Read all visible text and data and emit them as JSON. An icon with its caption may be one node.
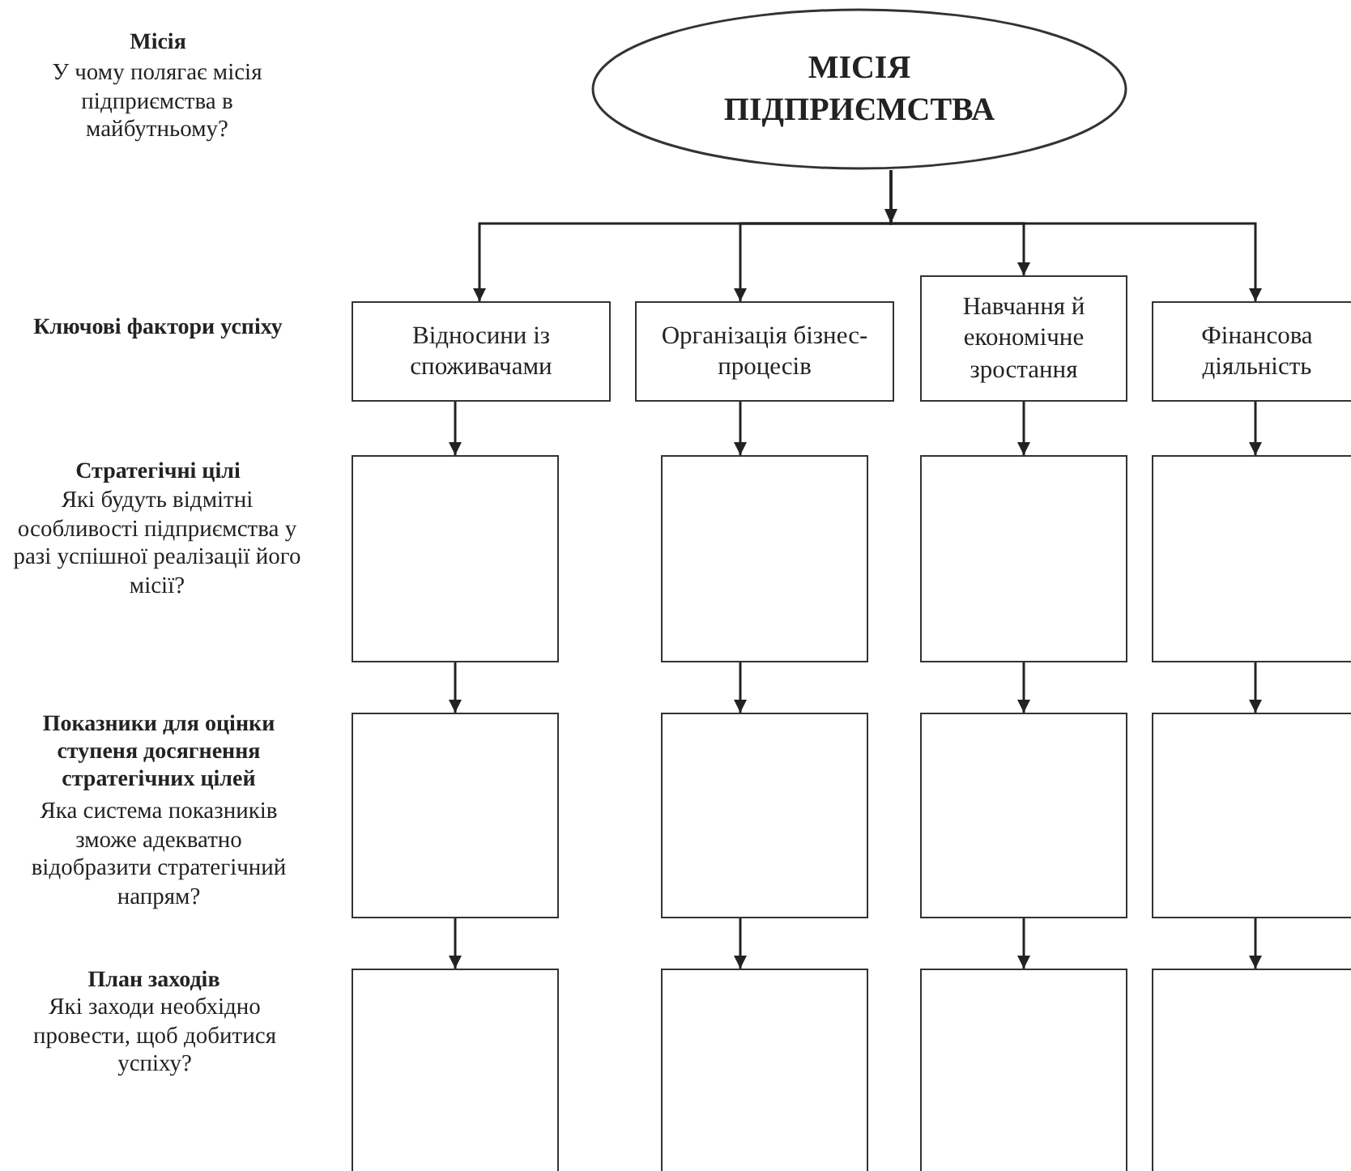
{
  "diagram": {
    "nodes": [
      {
        "text": [
          "МІСІЯ ПІДПРИЄМСТВА"
        ]
      },
      {
        "text": [
          "Відносини із споживачами"
        ]
      },
      {
        "text": [
          "Організація бізнес-процесів"
        ]
      },
      {
        "text": [
          "Навчання й економічне зростання"
        ]
      },
      {
        "text": [
          "Фінансова діяльність"
        ]
      },
      {
        "text": [],
        "shape": "box"
      },
      {
        "text": [],
        "shape": "box"
      },
      {
        "text": [],
        "shape": "box"
      },
      {
        "text": [],
        "shape": "box"
      },
      {
        "text": [],
        "shape": "box"
      },
      {
        "text": [],
        "shape": "box"
      },
      {
        "text": [],
        "shape": "box"
      },
      {
        "text": [],
        "shape": "box"
      },
      {
        "text": [],
        "shape": "box"
      },
      {
        "text": [],
        "shape": "box"
      },
      {
        "text": [],
        "shape": "box"
      },
      {
        "text": [],
        "shape": "box"
      }
    ],
    "edges": [
      {
        "from": 0,
        "to": 1,
        "arrow": "to"
      },
      {
        "from": 0,
        "to": 2,
        "arrow": "to"
      },
      {
        "from": 0,
        "to": 3,
        "arrow": "to"
      },
      {
        "from": 0,
        "to": 4,
        "arrow": "to"
      },
      {
        "from": 1,
        "to": 5,
        "arrow": "to"
      },
      {
        "from": 2,
        "to": 6,
        "arrow": "to"
      },
      {
        "from": 3,
        "to": 7,
        "arrow": "to"
      },
      {
        "from": 4,
        "to": 8,
        "arrow": "to"
      },
      {
        "from": 5,
        "to": 9,
        "arrow": "to"
      },
      {
        "from": 6,
        "to": 10,
        "arrow": "to"
      },
      {
        "from": 7,
        "to": 11,
        "arrow": "to"
      },
      {
        "from": 8,
        "to": 12,
        "arrow": "to"
      },
      {
        "from": 9,
        "to": 13,
        "arrow": "to"
      },
      {
        "from": 10,
        "to": 14,
        "arrow": "to"
      },
      {
        "from": 11,
        "to": 15,
        "arrow": "to"
      },
      {
        "from": 12,
        "to": 16,
        "arrow": "to"
      }
    ],
    "labels": [
      "Місія",
      "У чому полягає місія підприємства в майбутньому?",
      "Ключові фактори успіху",
      "Стратегічні цілі",
      "Які будуть відмітні особливості підприємства у разі успішної реалізації його місії?",
      "Показники для оцінки ступеня досягнення стратегічних цілей",
      "Яка система показників зможе адекватно відобразити стратегічний напрям?",
      "План заходів",
      "Які заходи необхідно провести, щоб добитися успіху?"
    ]
  }
}
